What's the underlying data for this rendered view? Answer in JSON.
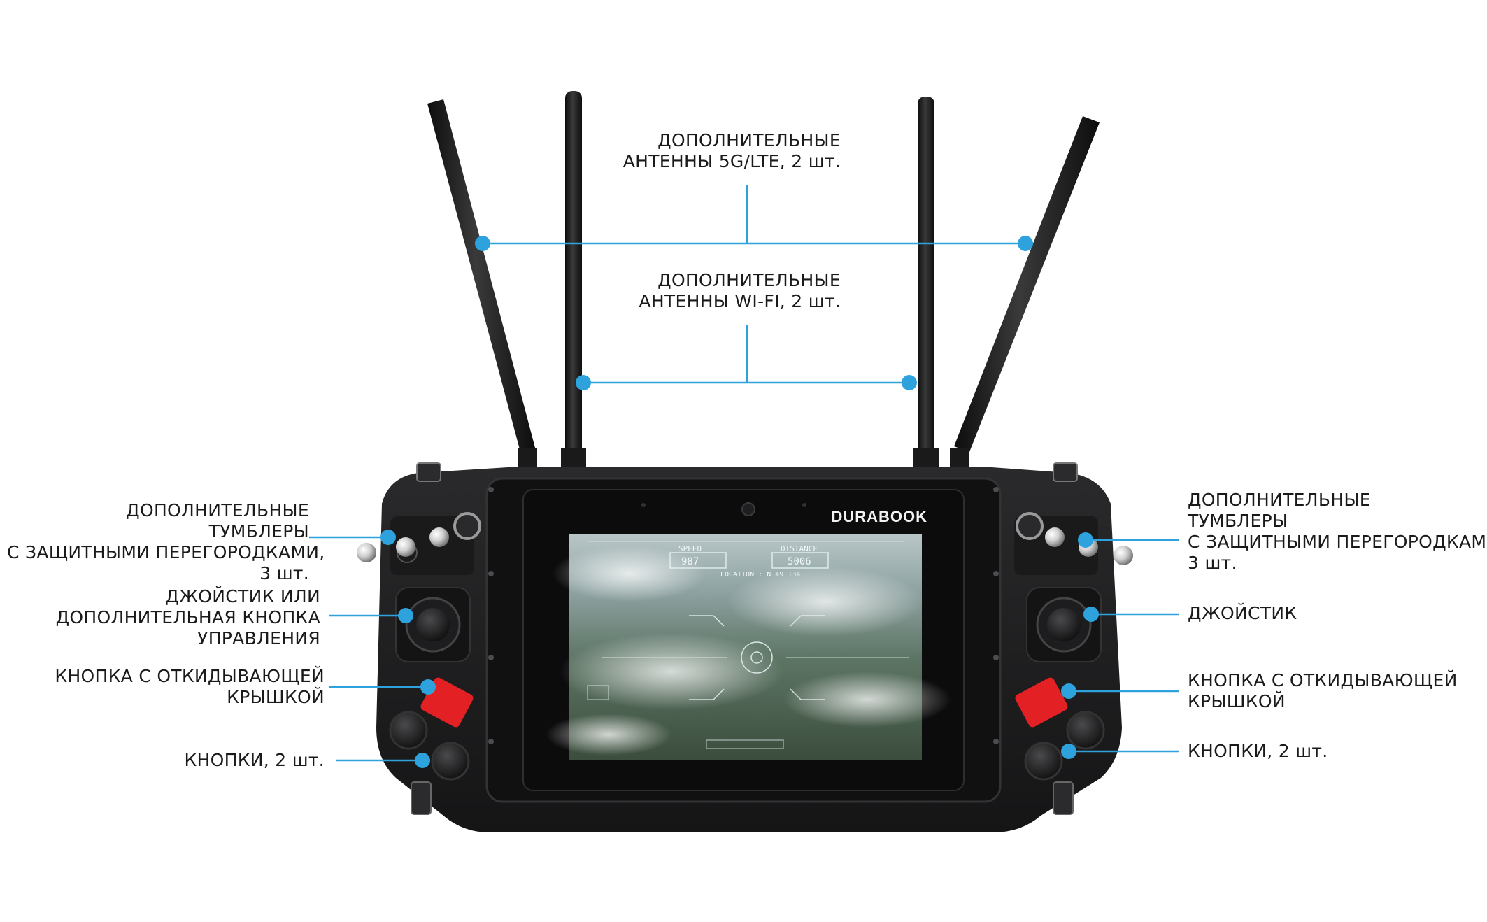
{
  "brand": {
    "logo": "DURABOOK"
  },
  "colors": {
    "accent": "#2da2dc",
    "device_body": "#1e1e20",
    "flip_cover": "#e32124"
  },
  "callouts": {
    "antennas_5g": {
      "lines": [
        "ДОПОЛНИТЕЛЬНЫЕ",
        "АНТЕННЫ 5G/LTE, 2 шт."
      ]
    },
    "antennas_wifi": {
      "lines": [
        "ДОПОЛНИТЕЛЬНЫЕ",
        "АНТЕННЫ WI-FI, 2 шт."
      ]
    },
    "left_toggles": {
      "lines": [
        "ДОПОЛНИТЕЛЬНЫЕ",
        "ТУМБЛЕРЫ",
        "С ЗАЩИТНЫМИ ПЕРЕГОРОДКАМИ,",
        "3 шт."
      ]
    },
    "left_joystick": {
      "lines": [
        "ДЖОЙСТИК ИЛИ",
        "ДОПОЛНИТЕЛЬНАЯ КНОПКА",
        "УПРАВЛЕНИЯ"
      ]
    },
    "left_flip_button": {
      "lines": [
        "КНОПКА С ОТКИДЫВАЮЩЕЙ",
        "КРЫШКОЙ"
      ]
    },
    "left_buttons": {
      "lines": [
        "КНОПКИ, 2 шт."
      ]
    },
    "right_toggles": {
      "lines": [
        "ДОПОЛНИТЕЛЬНЫЕ",
        "ТУМБЛЕРЫ",
        "С ЗАЩИТНЫМИ ПЕРЕГОРОДКАМИ,",
        "3 шт."
      ]
    },
    "right_joystick": {
      "lines": [
        "ДЖОЙСТИК"
      ]
    },
    "right_flip_button": {
      "lines": [
        "КНОПКА С ОТКИДЫВАЮЩЕЙ",
        "КРЫШКОЙ"
      ]
    },
    "right_buttons": {
      "lines": [
        "КНОПКИ, 2 шт."
      ]
    }
  },
  "screen_hud": {
    "speed_label": "SPEED",
    "speed_value": "987",
    "distance_label": "DISTANCE",
    "distance_value": "5006",
    "location": "LOCATION : N 49 134"
  }
}
